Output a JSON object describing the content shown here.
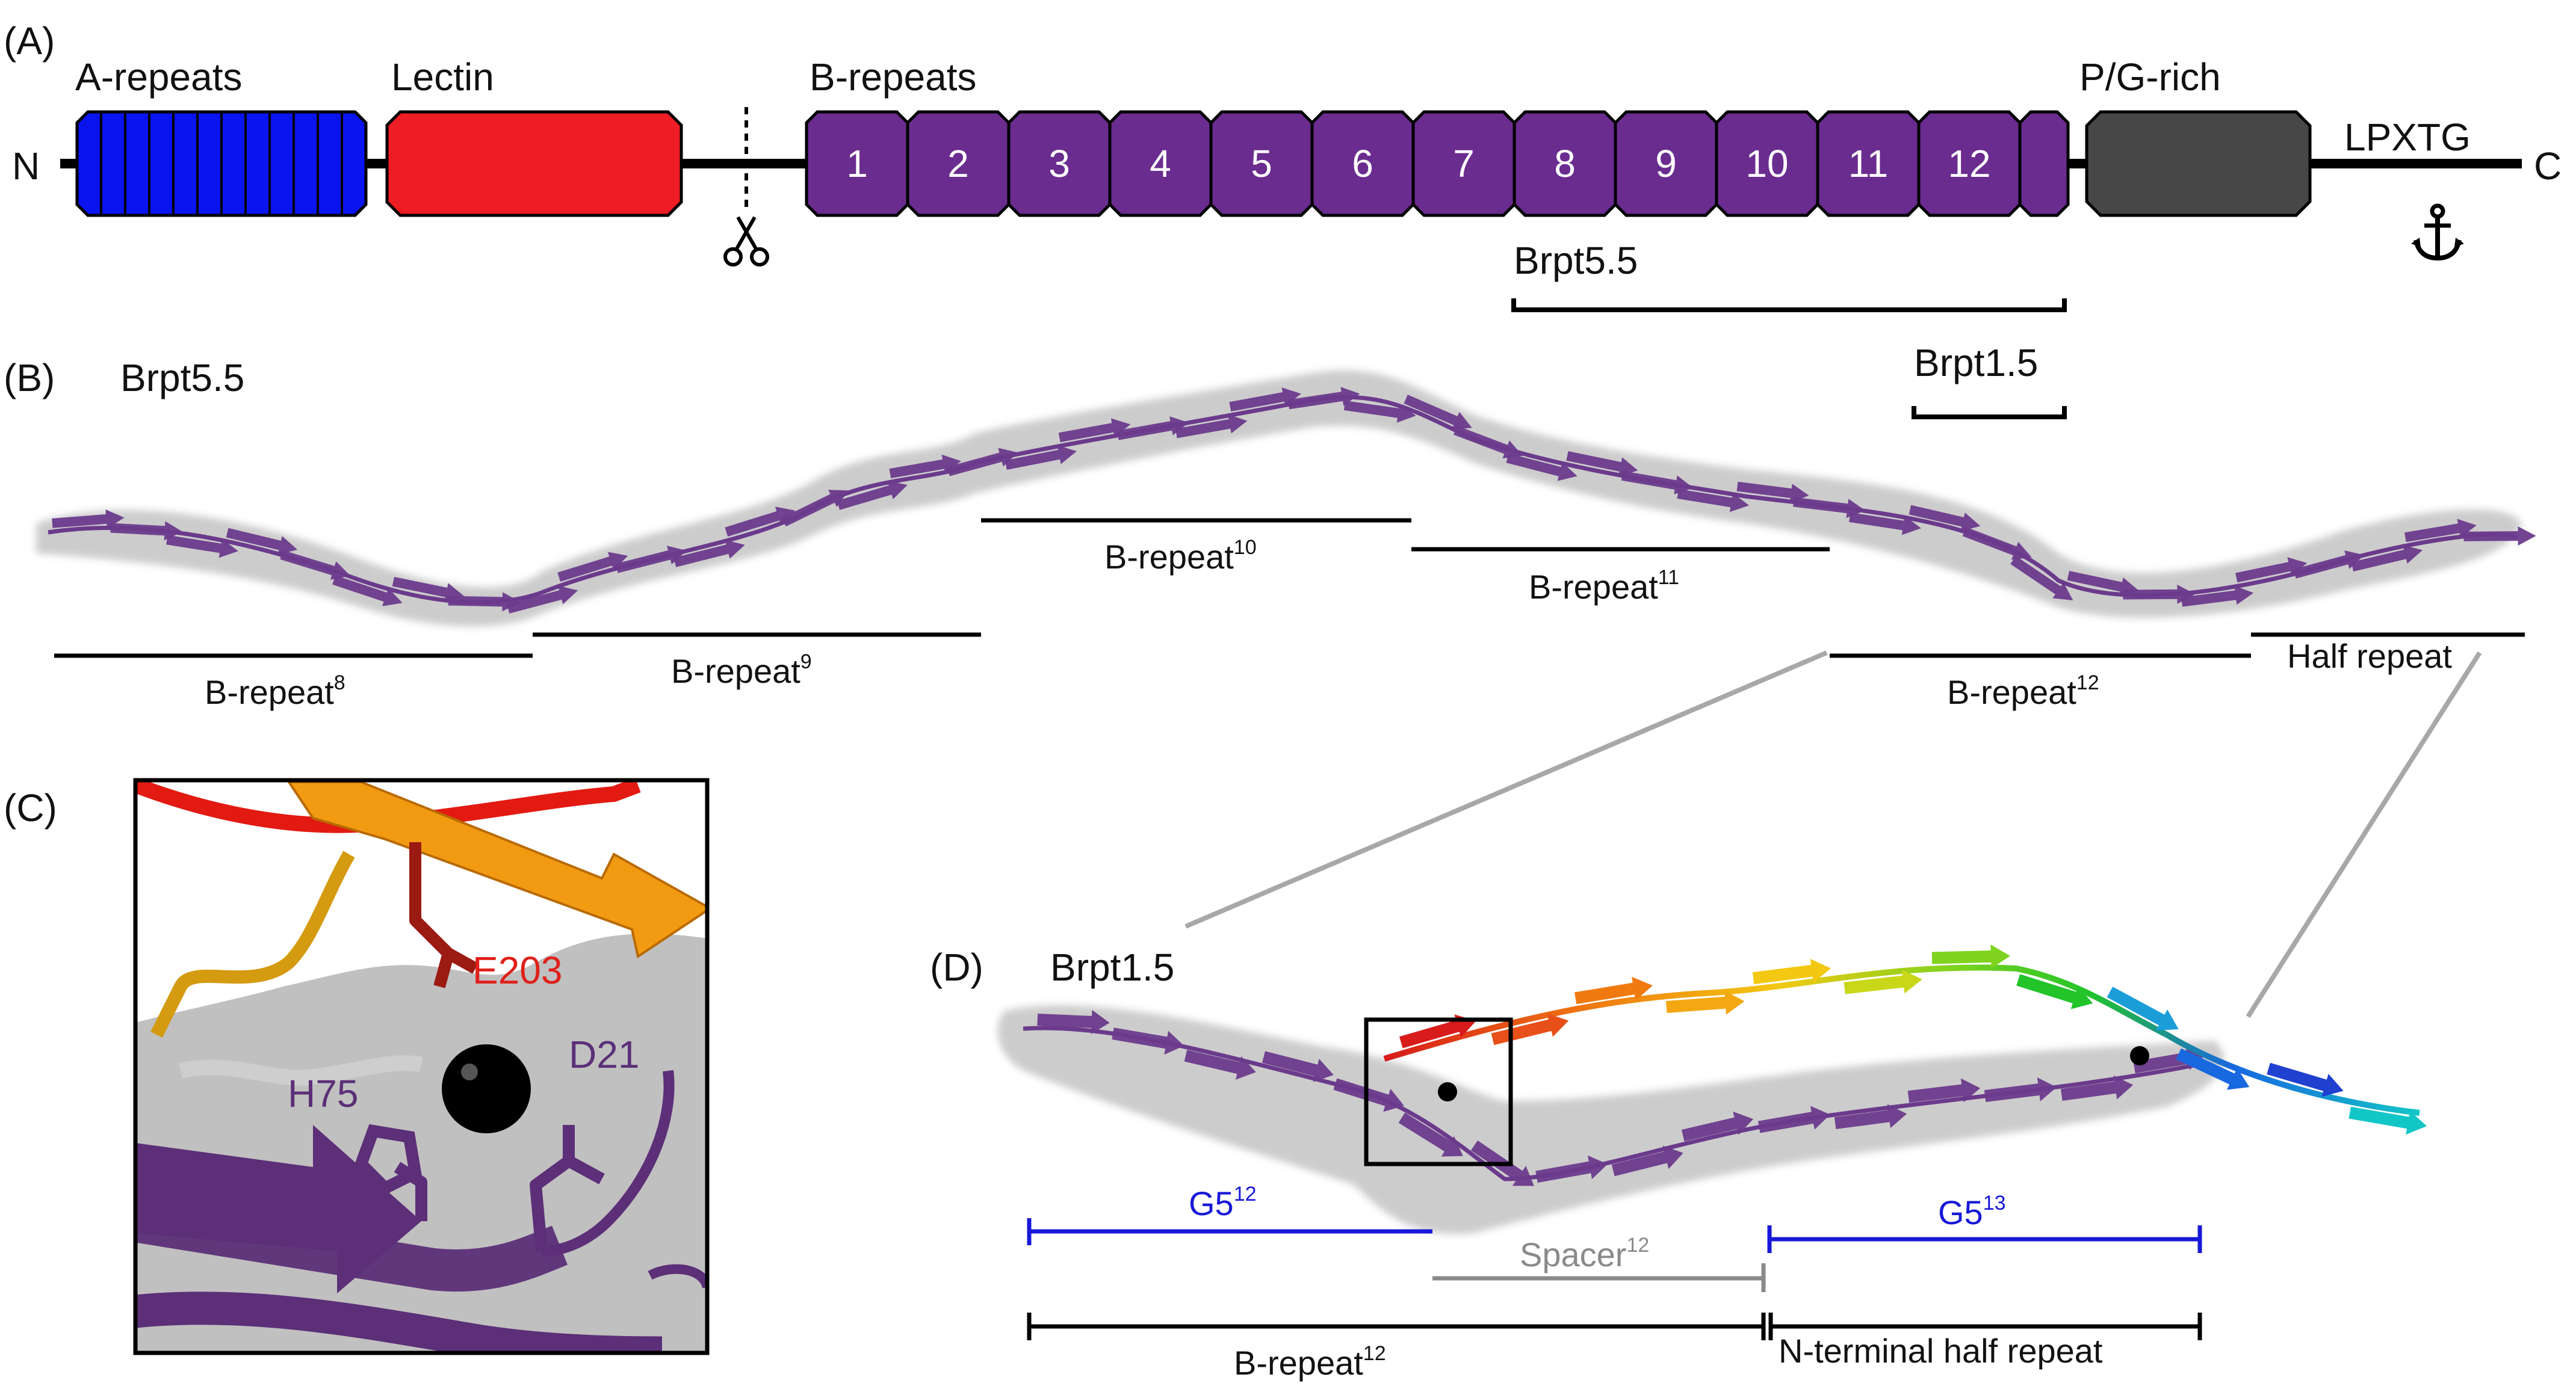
{
  "panels": {
    "a": {
      "label": "(A)"
    },
    "b": {
      "label": "(B)"
    },
    "c": {
      "label": "(C)"
    },
    "d": {
      "label": "(D)"
    }
  },
  "domains": {
    "n_term": "N",
    "c_term": "C",
    "a_repeats": "A-repeats",
    "lectin": "Lectin",
    "b_repeats": "B-repeats",
    "pg_rich": "P/G-rich",
    "lpxtg": "LPXTG",
    "b_repeat_numbers": [
      "1",
      "2",
      "3",
      "4",
      "5",
      "6",
      "7",
      "8",
      "9",
      "10",
      "11",
      "12"
    ],
    "brpt55": "Brpt5.5",
    "brpt15": "Brpt1.5"
  },
  "colors": {
    "a_repeats": "#0a14f0",
    "lectin": "#ee1c24",
    "b_repeats": "#6a2c8f",
    "pg_rich": "#474747",
    "protein": "#6b3a8c",
    "surface": "#bdbdbd",
    "g5": "#1818d8",
    "spacer": "#8a8a8a",
    "e203": "#e0201a"
  },
  "panel_b": {
    "title": "Brpt5.5",
    "segments": [
      {
        "name": "B-repeat",
        "sup": "8"
      },
      {
        "name": "B-repeat",
        "sup": "9"
      },
      {
        "name": "B-repeat",
        "sup": "10"
      },
      {
        "name": "B-repeat",
        "sup": "11"
      },
      {
        "name": "B-repeat",
        "sup": "12"
      },
      {
        "name": "Half repeat",
        "sup": ""
      }
    ]
  },
  "panel_c": {
    "residues": {
      "e203": "E203",
      "d21": "D21",
      "h75": "H75"
    }
  },
  "panel_d": {
    "title": "Brpt1.5",
    "g5_12": {
      "name": "G5",
      "sup": "12"
    },
    "g5_13": {
      "name": "G5",
      "sup": "13"
    },
    "spacer_12": {
      "name": "Spacer",
      "sup": "12"
    },
    "b_repeat_12": {
      "name": "B-repeat",
      "sup": "12"
    },
    "n_half": "N-terminal half repeat"
  },
  "icons": {
    "scissors": "scissors-icon",
    "anchor": "anchor-icon"
  }
}
